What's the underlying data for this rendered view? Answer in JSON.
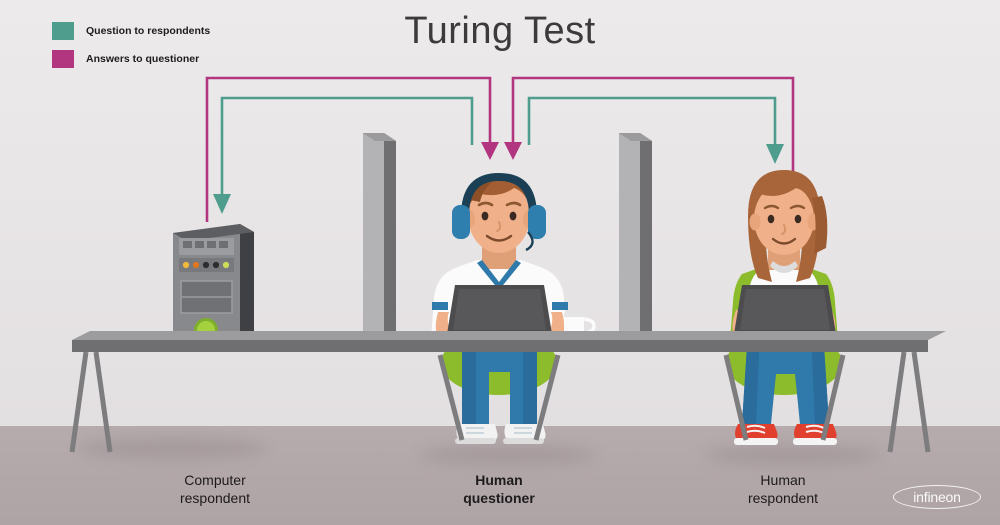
{
  "title": "Turing Test",
  "legend": {
    "items": [
      {
        "label": "Question to respondents",
        "color": "#4f9d8d",
        "swatch_name": "legend-swatch-question"
      },
      {
        "label": "Answers to questioner",
        "color": "#b1367f",
        "swatch_name": "legend-swatch-answer"
      }
    ]
  },
  "captions": {
    "computer": "Computer\nrespondent",
    "computer_line1": "Computer",
    "computer_line2": "respondent",
    "questioner_line1": "Human",
    "questioner_line2": "questioner",
    "respondent_line1": "Human",
    "respondent_line2": "respondent"
  },
  "brand": {
    "name": "infineon"
  },
  "colors": {
    "question_teal": "#4f9d8d",
    "answer_magenta": "#b1367f",
    "wall": "#e8e6e7",
    "floor": "#b3a8aa",
    "desk_top": "#9a999b",
    "desk_edge": "#6f6e70",
    "divider_face": "#b0afb1",
    "divider_side": "#6e6d6f",
    "tower_body": "#85878a",
    "tower_side": "#3d3f42",
    "power_button": "#9cc93f",
    "jeans": "#2f79ab",
    "chair_green": "#8cbb2b",
    "shoe_red": "#e2402f",
    "shoe_white": "#f4f4f4",
    "skin": "#f0b089",
    "hair_male": "#a35f33",
    "hair_female": "#a9653a",
    "headphones": "#2b7aa8",
    "laptop": "#4c4c4f",
    "shirt_white": "#fbfbfb",
    "shirt_trim": "#2f79ab",
    "vest_green": "#8cbb2b"
  },
  "scene_objects": {
    "computer_tower": "desktop-computer-tower",
    "divider_left": "privacy-divider-panel",
    "divider_right": "privacy-divider-panel",
    "desk": "long-desk",
    "mug": "coffee-mug",
    "laptop_questioner": "laptop",
    "laptop_respondent": "laptop"
  },
  "arrows": {
    "question_to_computer": "teal-arrow-questioner-to-computer",
    "question_to_human": "teal-arrow-questioner-to-human-respondent",
    "answer_from_computer": "magenta-arrow-computer-to-questioner",
    "answer_from_human": "magenta-arrow-human-respondent-to-questioner"
  }
}
